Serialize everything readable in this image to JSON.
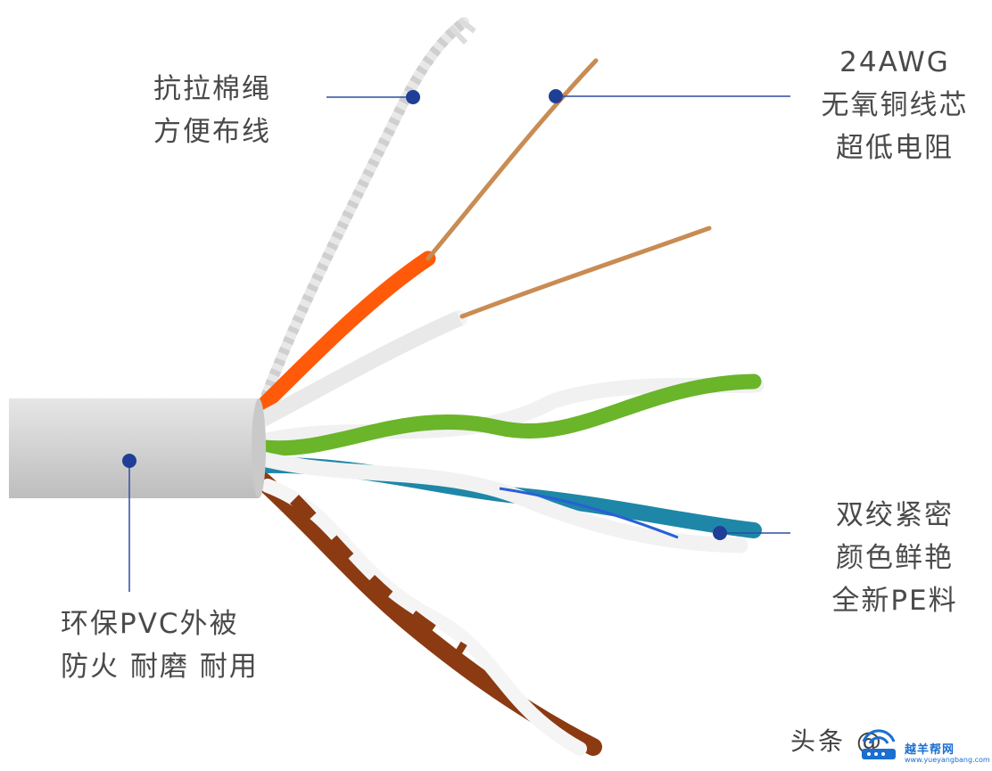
{
  "labels": {
    "rope": [
      "抗拉棉绳",
      "方便布线"
    ],
    "copper": [
      "24AWG",
      "无氧铜线芯",
      "超低电阻"
    ],
    "twist": [
      "双绞紧密",
      "颜色鲜艳",
      "全新PE料"
    ],
    "pvc": [
      "环保PVC外被",
      "防火 耐磨 耐用"
    ]
  },
  "watermark": {
    "text": "头条 @",
    "brand": "越羊帮网",
    "url": "www.yueyangbang.com"
  },
  "colors": {
    "callout": "#2a4fa3",
    "jacket": "#d9d9d9",
    "orange": "#ff5a0a",
    "green": "#6ab52a",
    "blue": "#1e87a8",
    "brown": "#8b3a12",
    "copper": "#c98a4e"
  }
}
